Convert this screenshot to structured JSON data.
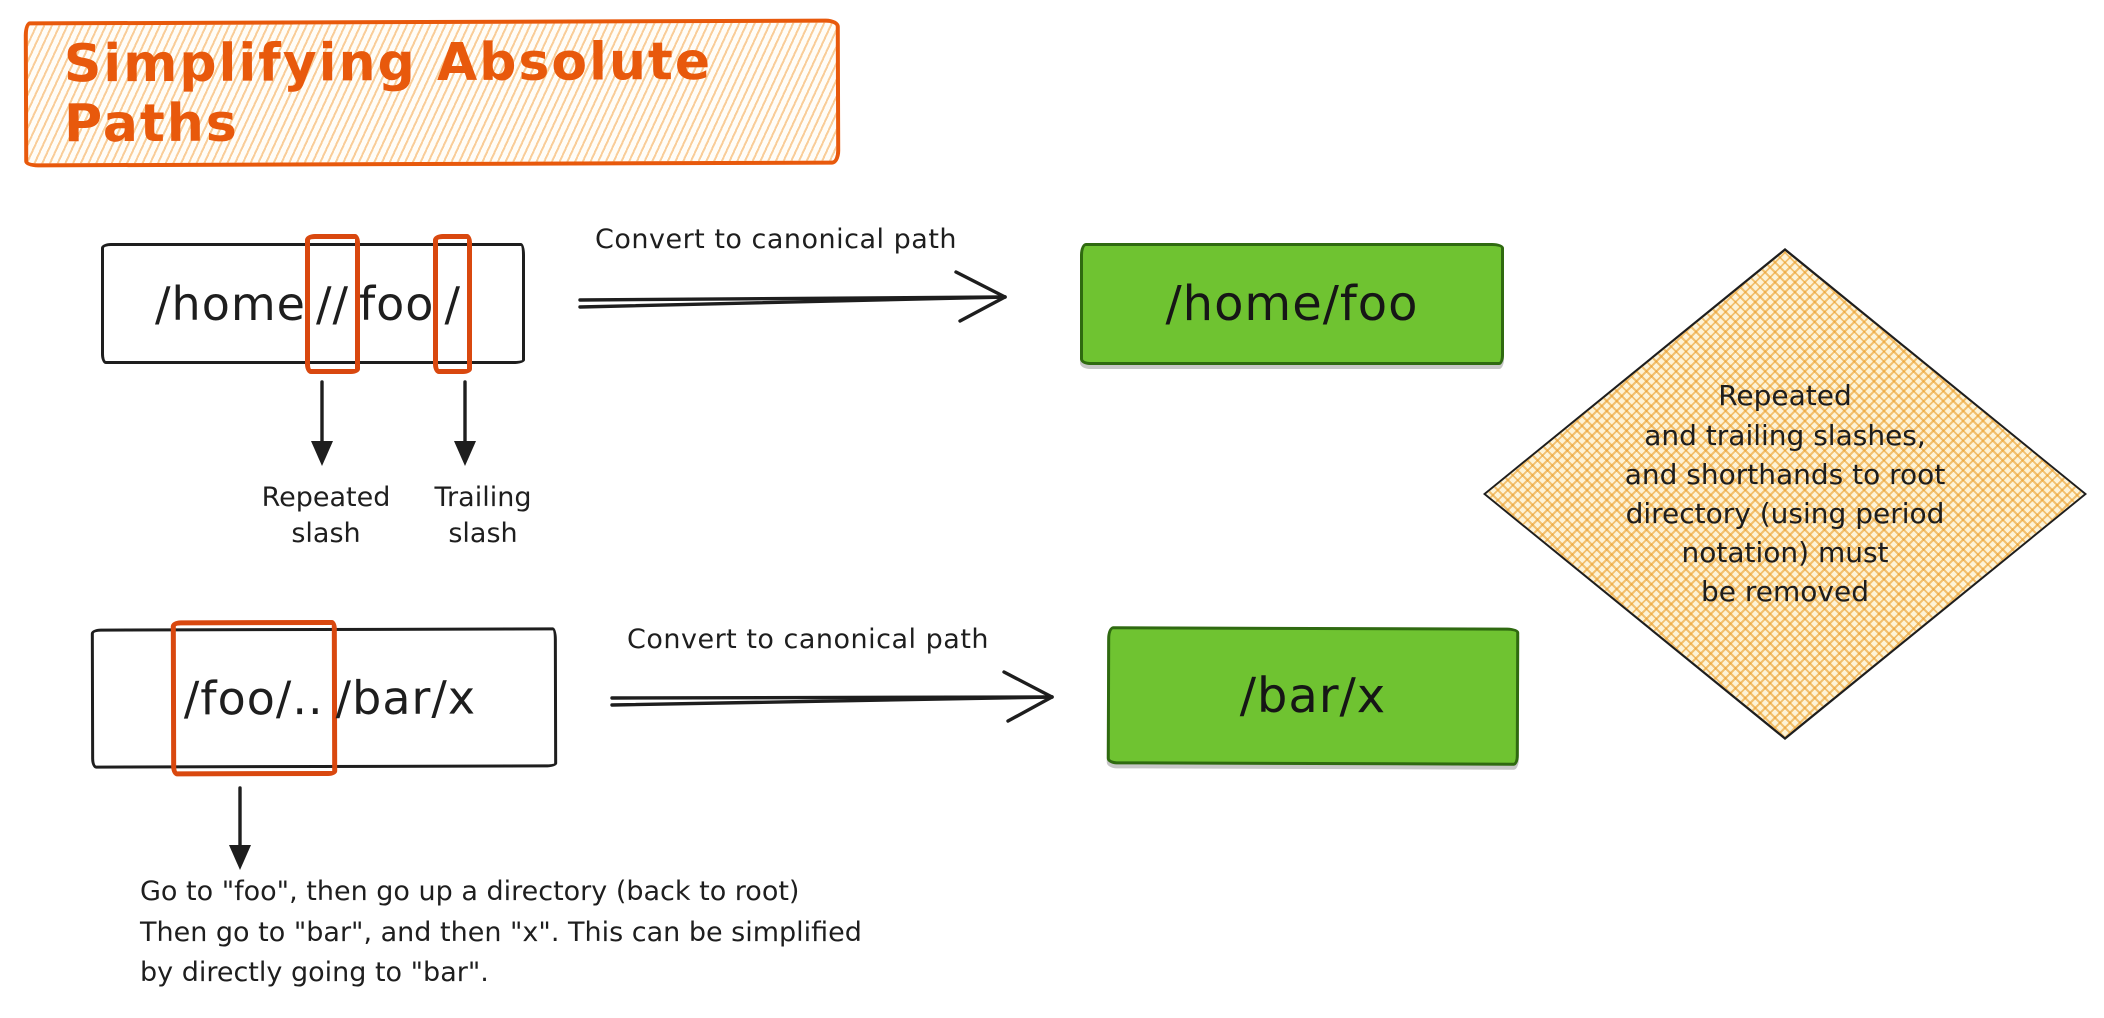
{
  "title": "Simplifying Absolute Paths",
  "examples": [
    {
      "parts": [
        {
          "text": "/home",
          "highlight": false
        },
        {
          "text": "//",
          "highlight": true
        },
        {
          "text": "foo",
          "highlight": false
        },
        {
          "text": "/",
          "highlight": true
        }
      ],
      "arrow_label": "Convert to canonical path",
      "output": "/home/foo",
      "callouts": [
        {
          "label": "Repeated\nslash"
        },
        {
          "label": "Trailing\nslash"
        }
      ]
    },
    {
      "parts": [
        {
          "text": "/foo/..",
          "highlight": true
        },
        {
          "text": "/bar/x",
          "highlight": false
        }
      ],
      "arrow_label": "Convert to canonical path",
      "output": "/bar/x",
      "note": "Go to \"foo\", then go up a directory (back to root)\nThen go to \"bar\", and then \"x\". This can be simplified\nby directly going to \"bar\"."
    }
  ],
  "diamond_note": "Repeated\nand trailing slashes,\nand shorthands to root\ndirectory (using period\nnotation) must\nbe removed",
  "colors": {
    "orange": "#e8590c",
    "highlight_orange": "#d9480f",
    "green": "#6fc331",
    "ink": "#1e1e1e",
    "diamond_fill": "#fdf3d7"
  }
}
